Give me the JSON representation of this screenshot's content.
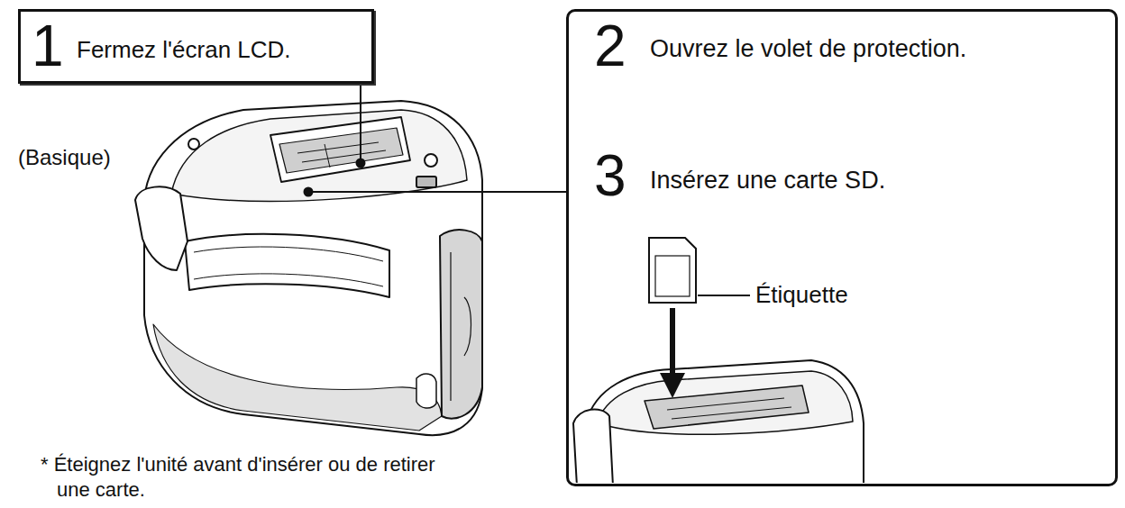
{
  "diagram": {
    "nodes": [
      {
        "text": [
          "1",
          "Fermez l'écran LCD."
        ]
      },
      {
        "text": [
          "2",
          "Ouvrez le volet de protection.",
          "3",
          "Insérez une carte SD."
        ]
      }
    ],
    "labels": [
      "(Basique)",
      "Étiquette",
      "* Éteignez l'unité avant d'insérer ou de retirer une carte."
    ]
  }
}
